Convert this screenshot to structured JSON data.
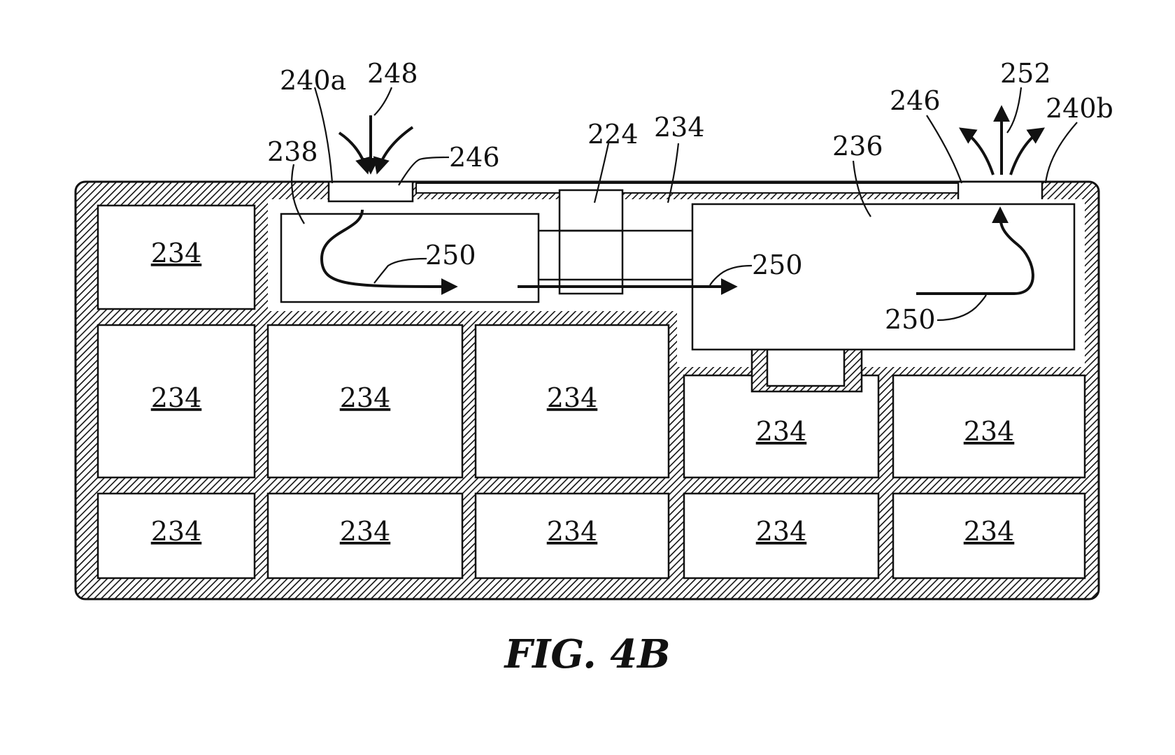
{
  "figure": {
    "caption": "FIG. 4B",
    "cell_label": "234",
    "references": {
      "r240a": "240a",
      "r248": "248",
      "r238": "238",
      "r246_left": "246",
      "r224": "224",
      "r234_top": "234",
      "r236": "236",
      "r246_right": "246",
      "r252": "252",
      "r240b": "240b",
      "r250_left": "250",
      "r250_mid": "250",
      "r250_right": "250"
    },
    "cells": [
      {
        "id": "cell-r1-c1",
        "label": "234"
      },
      {
        "id": "cell-r2-c1",
        "label": "234"
      },
      {
        "id": "cell-r2-c2",
        "label": "234"
      },
      {
        "id": "cell-r2-c3",
        "label": "234"
      },
      {
        "id": "cell-r2-c4",
        "label": "234"
      },
      {
        "id": "cell-r2-c5",
        "label": "234"
      },
      {
        "id": "cell-r3-c1",
        "label": "234"
      },
      {
        "id": "cell-r3-c2",
        "label": "234"
      },
      {
        "id": "cell-r3-c3",
        "label": "234"
      },
      {
        "id": "cell-r3-c4",
        "label": "234"
      },
      {
        "id": "cell-r3-c5",
        "label": "234"
      }
    ]
  }
}
